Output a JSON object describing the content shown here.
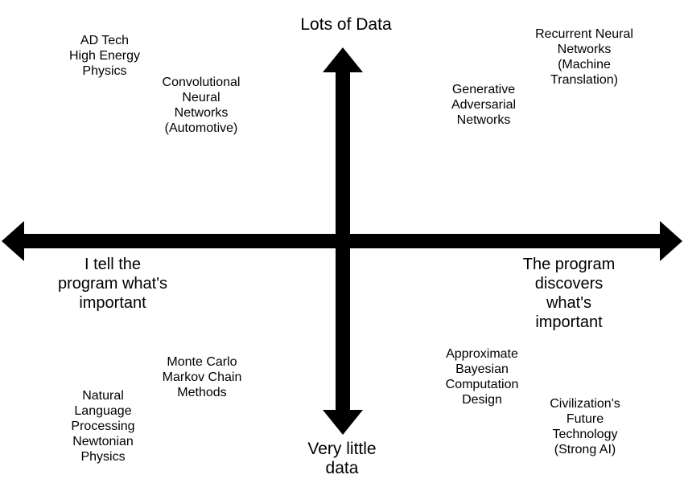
{
  "diagram": {
    "type": "quadrant",
    "background_color": "#ffffff",
    "axis_color": "#000000",
    "text_color": "#000000",
    "axes": {
      "vertical_top_label": "Lots of Data",
      "vertical_bottom_label": "Very little\ndata",
      "horizontal_left_label": "I tell the\nprogram what's\nimportant",
      "horizontal_right_label": "The program\ndiscovers what's\nimportant"
    },
    "quadrants": {
      "top_left": {
        "items": [
          "AD Tech\nHigh Energy\nPhysics",
          "Convolutional\nNeural\nNetworks\n(Automotive)"
        ]
      },
      "top_right": {
        "items": [
          "Recurrent Neural\nNetworks\n(Machine\nTranslation)",
          "Generative\nAdversarial\nNetworks"
        ]
      },
      "bottom_left": {
        "items": [
          "Monte Carlo\nMarkov Chain\nMethods",
          "Natural\nLanguage\nProcessing\nNewtonian\nPhysics"
        ]
      },
      "bottom_right": {
        "items": [
          "Approximate\nBayesian\nComputation\nDesign",
          "Civilization's\nFuture\nTechnology\n(Strong AI)"
        ]
      }
    }
  }
}
